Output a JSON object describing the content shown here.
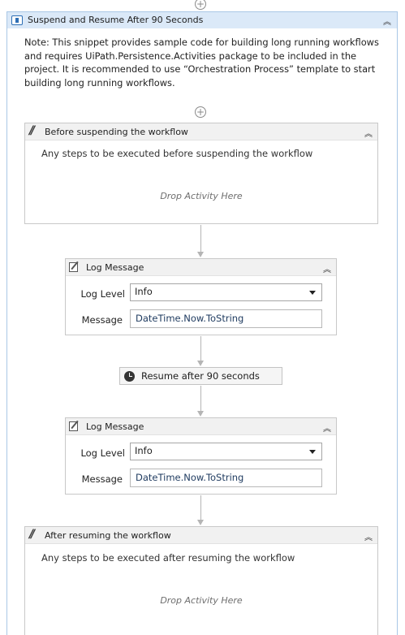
{
  "outer": {
    "title": "Suspend and Resume After 90 Seconds",
    "note": "Note: This snippet provides sample code for building long running workflows and requires UiPath.Persistence.Activities package to be included in the project. It is recommended to use “Orchestration Process” template to start building long running workflows."
  },
  "before": {
    "title": "Before suspending the workflow",
    "annotation": "Any steps to be executed before suspending the workflow",
    "drop": "Drop Activity Here"
  },
  "log1": {
    "title": "Log Message",
    "level_label": "Log Level",
    "level_value": "Info",
    "message_label": "Message",
    "message_value": "DateTime.Now.ToString"
  },
  "resume": {
    "label": "Resume after 90 seconds"
  },
  "log2": {
    "title": "Log Message",
    "level_label": "Log Level",
    "level_value": "Info",
    "message_label": "Message",
    "message_value": "DateTime.Now.ToString"
  },
  "after": {
    "title": "After resuming the workflow",
    "annotation": "Any steps to be executed after resuming the workflow",
    "drop": "Drop Activity Here"
  },
  "colors": {
    "header_blue": "#dbe9f8",
    "border_blue": "#a9c7e6",
    "seq_header": "#f1f1f1"
  },
  "icons": [
    "add-circle-icon",
    "sequence-icon",
    "collapse-icon",
    "comment-slashes-icon",
    "log-message-icon",
    "dropdown-caret-icon",
    "clock-icon"
  ]
}
